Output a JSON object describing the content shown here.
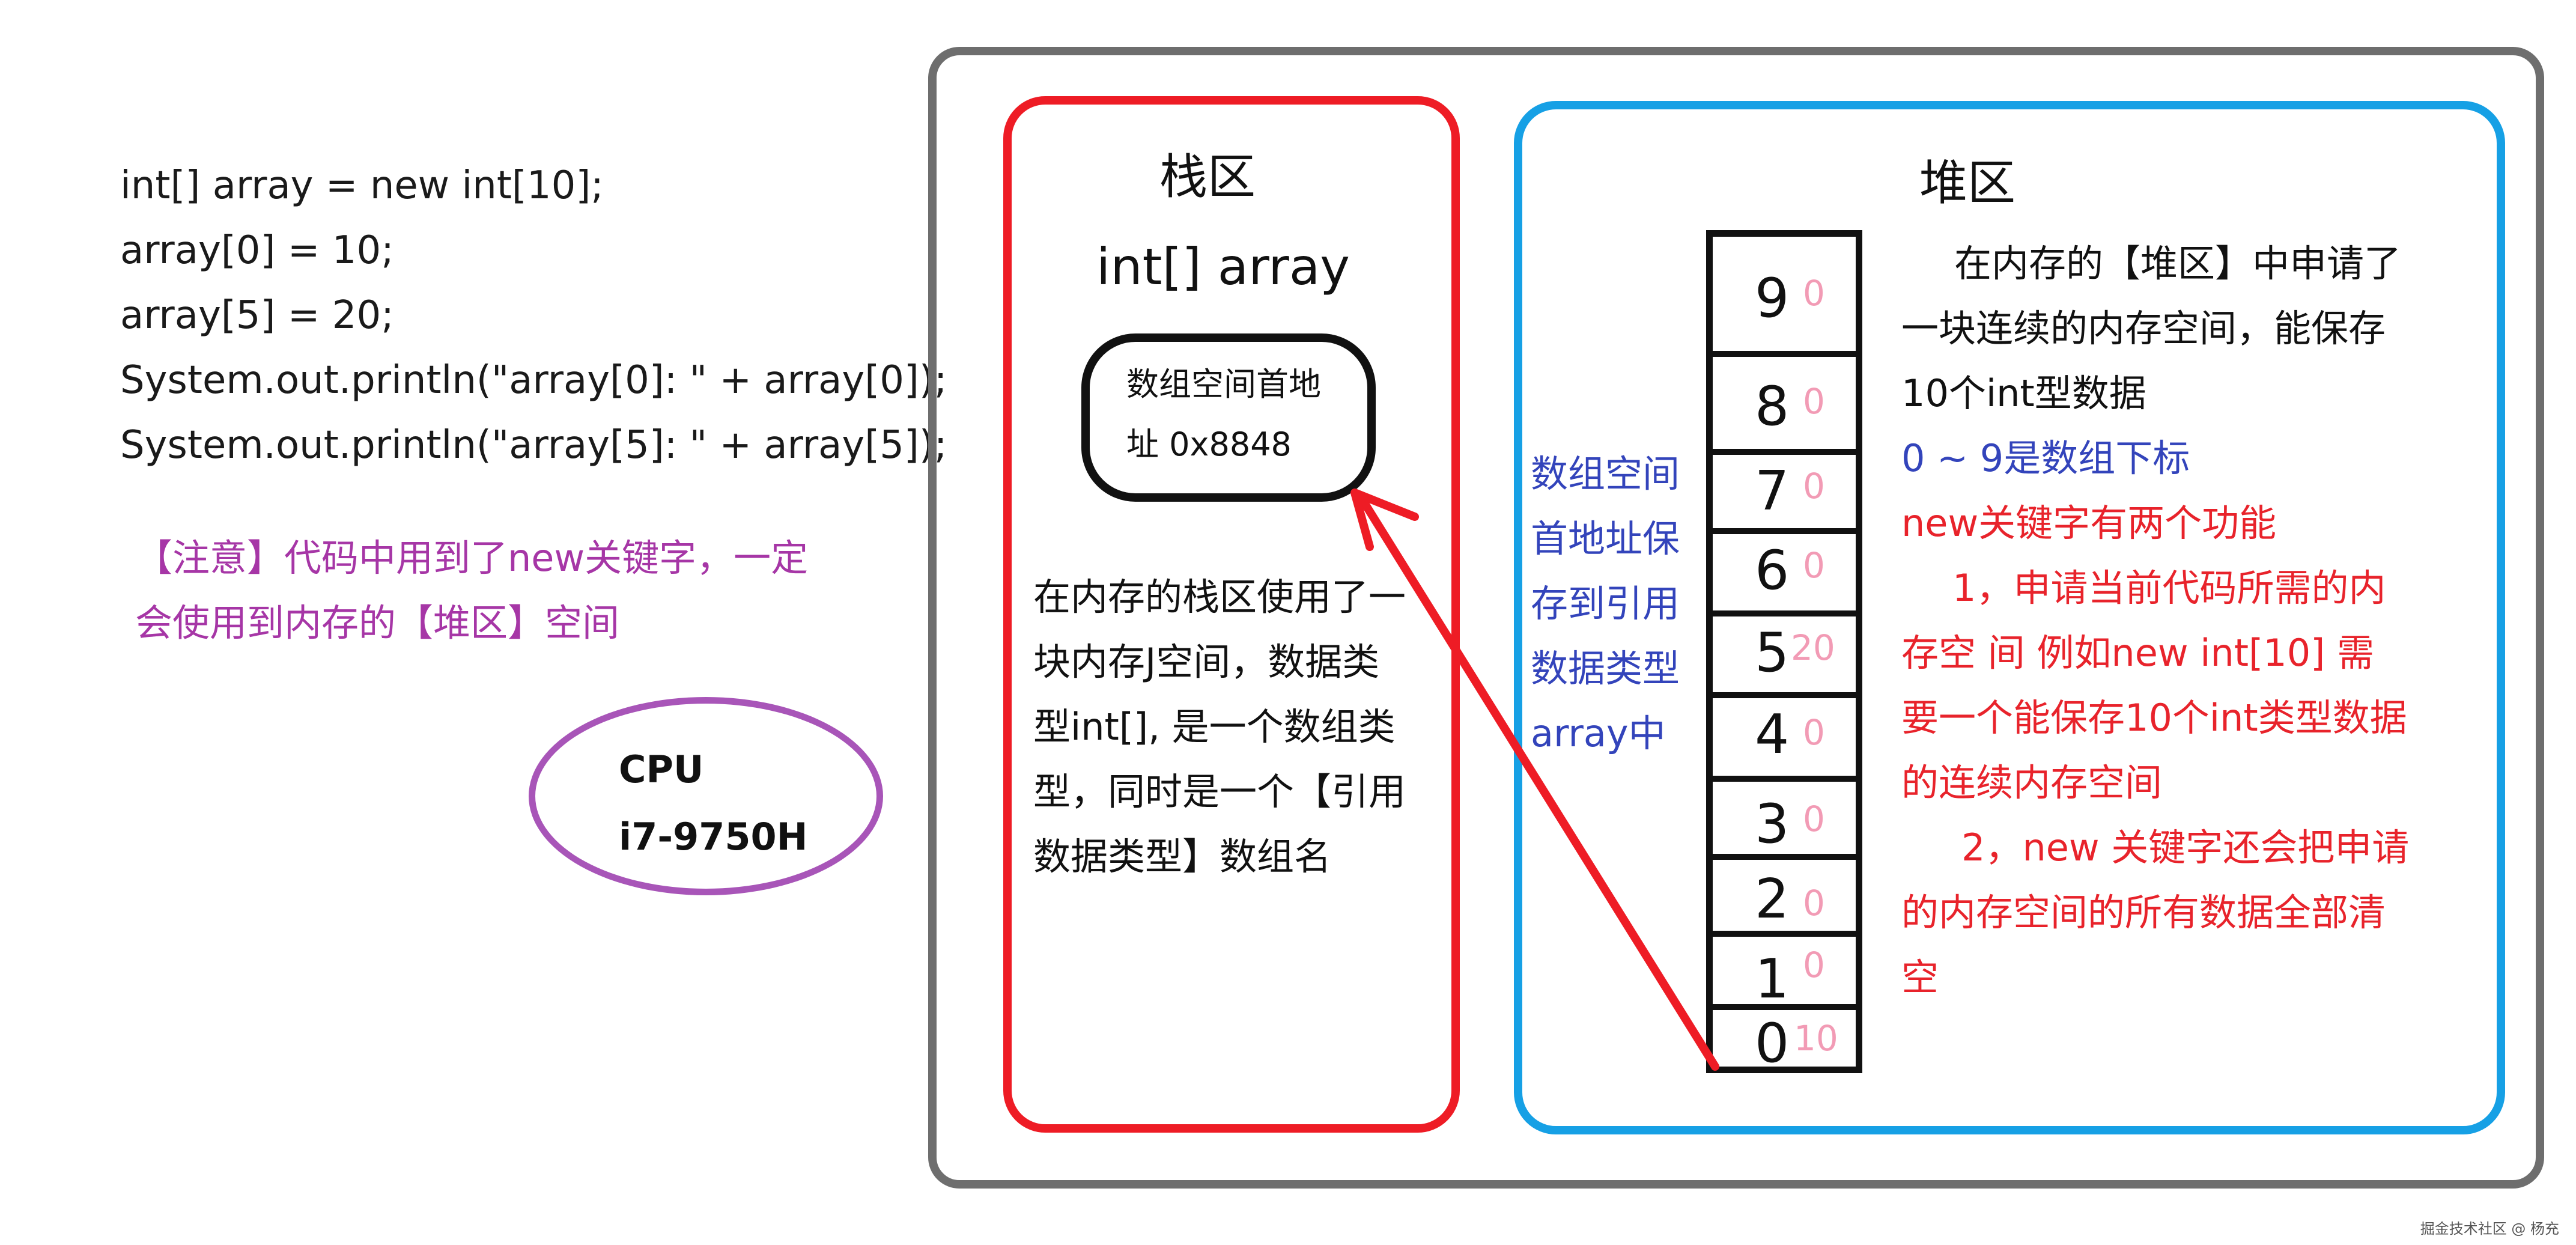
{
  "code": [
    "int[] array = new int[10];",
    "array[0] = 10;",
    "array[5] = 20;",
    "System.out.println(\"array[0]: \" + array[0]);",
    "System.out.println(\"array[5]: \" + array[5]);"
  ],
  "note": [
    "【注意】代码中用到了new关键字，一定",
    "会使用到内存的【堆区】空间"
  ],
  "cpu": {
    "label": "CPU",
    "model": "i7-9750H"
  },
  "stack": {
    "title": "栈区",
    "variable": "int[] array",
    "address_lines": [
      "数组空间首地",
      "址 0x8848"
    ],
    "description": [
      "在内存的栈区使用了一",
      "块内存J空间，数据类",
      "型int[], 是一个数组类",
      "型，同时是一个【引用",
      "数据类型】数组名"
    ]
  },
  "reference_note": [
    "数组空间",
    "首地址保",
    "存到引用",
    "数据类型",
    "array中"
  ],
  "heap": {
    "title": "堆区",
    "cells": [
      {
        "index": "9",
        "value": "0"
      },
      {
        "index": "8",
        "value": "0"
      },
      {
        "index": "7",
        "value": "0"
      },
      {
        "index": "6",
        "value": "0"
      },
      {
        "index": "5",
        "value": "20"
      },
      {
        "index": "4",
        "value": "0"
      },
      {
        "index": "3",
        "value": "0"
      },
      {
        "index": "2",
        "value": "0"
      },
      {
        "index": "1",
        "value": "0"
      },
      {
        "index": "0",
        "value": "10"
      }
    ],
    "desc_black": [
      "在内存的【堆区】中申请了",
      "一块连续的内存空间，能保存",
      "10个int型数据"
    ],
    "desc_blue": "0 ~ 9是数组下标",
    "desc_red": [
      "new关键字有两个功能",
      "1，申请当前代码所需的内",
      "存空     间 例如new int[10] 需",
      "要一个能保存10个int类型数据",
      "的连续内存空间",
      "2，new 关键字还会把申请",
      "的内存空间的所有数据全部清",
      "空"
    ]
  },
  "watermark": "掘金技术社区 @ 杨充",
  "colors": {
    "stack_border": "#ee1c25",
    "heap_border": "#16a0e5",
    "outer_border": "#6e6e6e",
    "cpu_border": "#a855b8",
    "note_text": "#a636a6",
    "blue_text": "#3344bb",
    "red_text": "#e8232b",
    "cell_value": "#f29bb5",
    "arrow": "#ee1c25"
  }
}
